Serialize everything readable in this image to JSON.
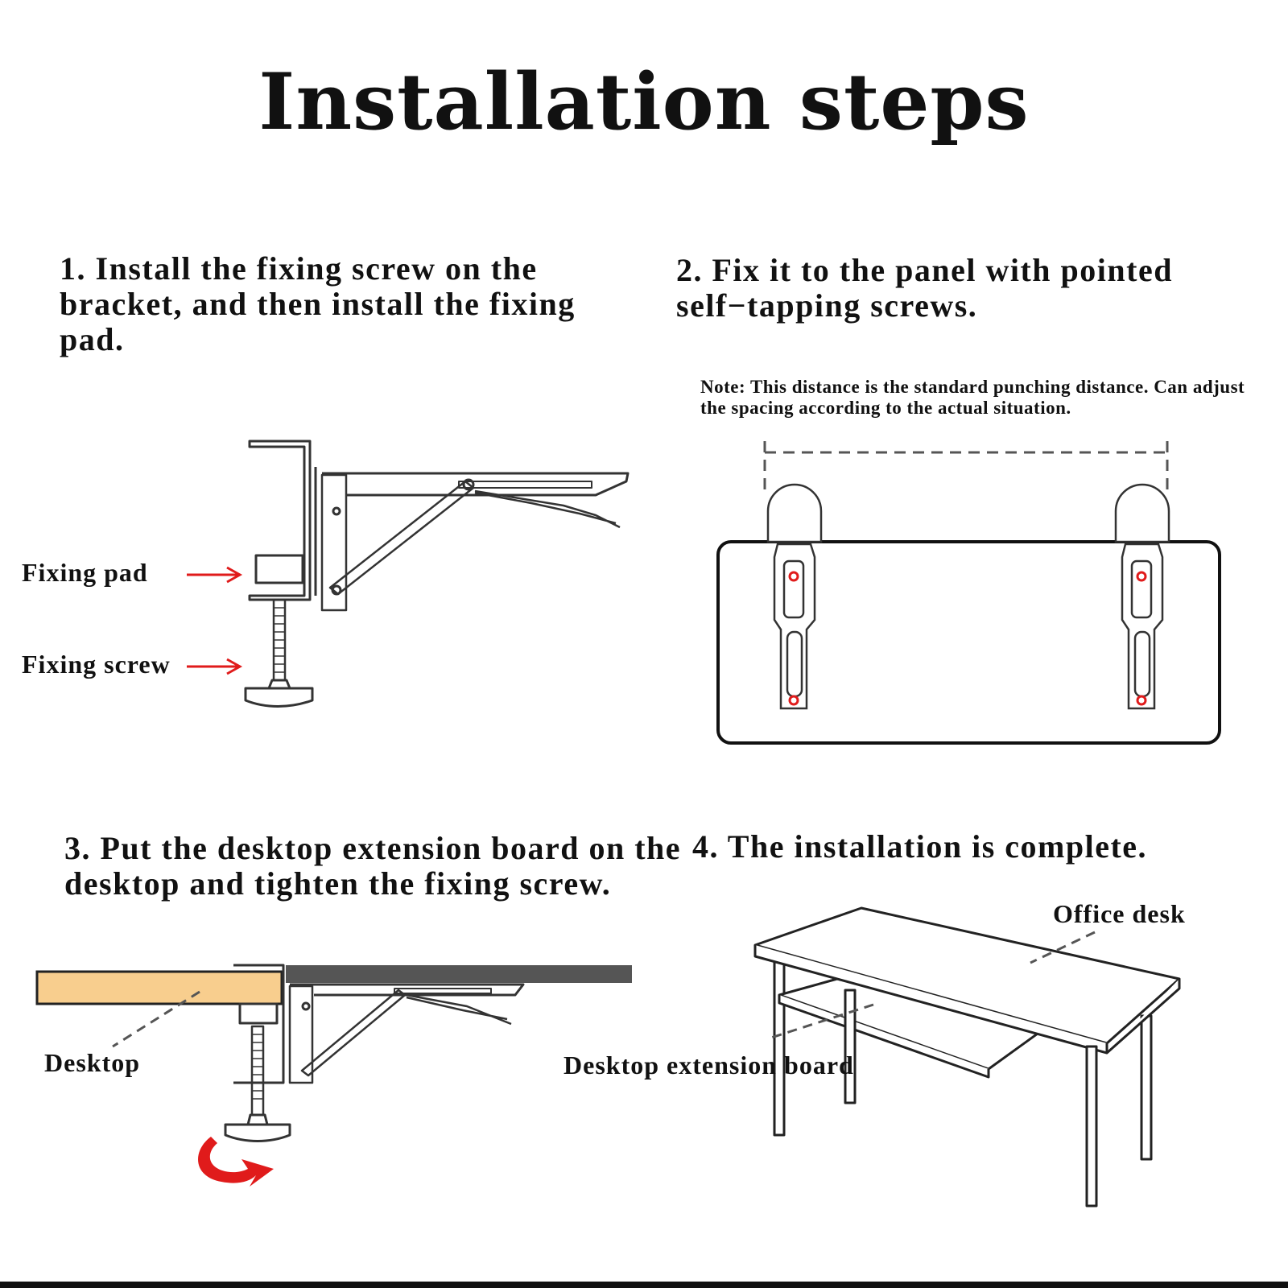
{
  "title": "Installation steps",
  "steps": [
    {
      "text": "1. Install the fixing screw on the bracket, and then install the fixing pad."
    },
    {
      "text": "2. Fix it to the panel with pointed self−tapping screws."
    },
    {
      "text": "3. Put the desktop extension board on the desktop and tighten the fixing screw."
    },
    {
      "text": "4. The installation is complete."
    }
  ],
  "note": "Note: This distance is the standard punching distance. Can adjust the spacing according to the actual situation.",
  "labels": {
    "fixing_pad": "Fixing pad",
    "fixing_screw": "Fixing screw",
    "desktop": "Desktop",
    "office_desk": "Office desk",
    "extension_board": "Desktop extension board"
  },
  "colors": {
    "arrow_red": "#e01b1b",
    "desktop_wood": "#f8ce8e",
    "board_dark": "#555555",
    "line": "#222222"
  }
}
